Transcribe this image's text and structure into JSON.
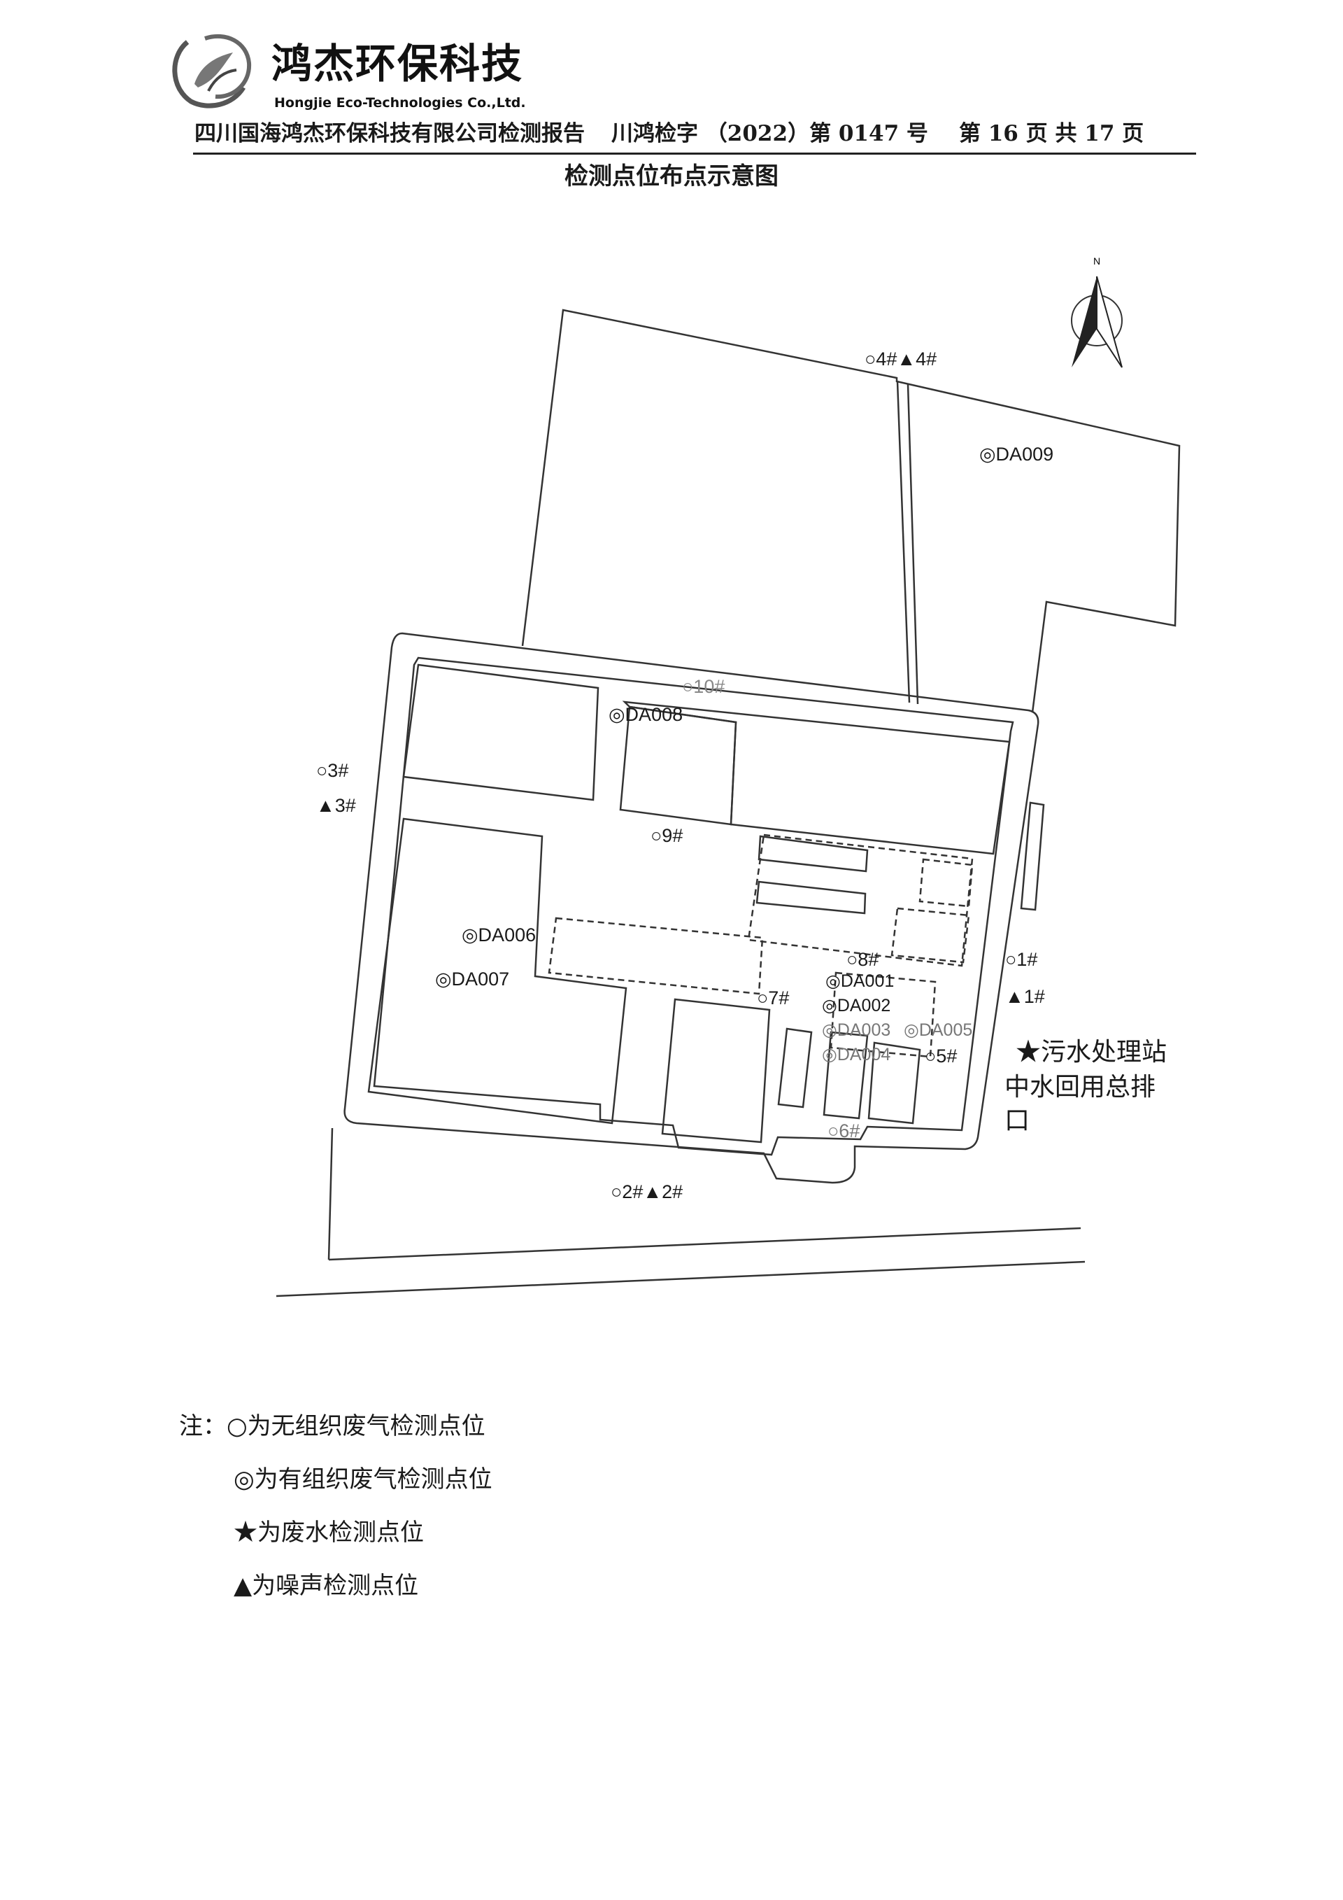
{
  "header": {
    "brand_cn": "鸿杰环保科技",
    "brand_en": "Hongjie Eco-Technologies Co.,Ltd.",
    "company": "四川国海鸿杰环保科技有限公司检测报告",
    "report_no": "川鸿检字 （2022）第 0147 号",
    "page_info": "第 16 页 共 17 页"
  },
  "title": "检测点位布点示意图",
  "map": {
    "north": "N",
    "points": {
      "p1": "○1#",
      "n1": "▲1#",
      "p2": "○2#▲2#",
      "p3": "○3#",
      "n3": "▲3#",
      "p4": "○4#▲4#",
      "p5": "○5#",
      "p6": "○6#",
      "p7": "○7#",
      "p8": "○8#",
      "p9": "○9#",
      "p10": "○10#",
      "da001": "◎DA001",
      "da002": "◎DA002",
      "da003": "◎DA003",
      "da004": "◎DA004",
      "da005": "◎DA005",
      "da006": "◎DA006",
      "da007": "◎DA007",
      "da008": "◎DA008",
      "da009": "◎DA009"
    },
    "wastewater": [
      "★污水处理站",
      "中水回用总排",
      "口"
    ]
  },
  "legend": {
    "note_label": "注：",
    "items": [
      "○为无组织废气检测点位",
      "◎为有组织废气检测点位",
      "★为废水检测点位",
      "▲为噪声检测点位"
    ]
  }
}
